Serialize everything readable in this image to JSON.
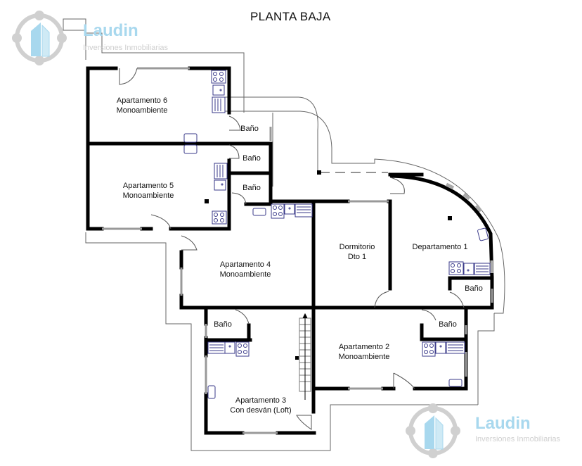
{
  "title": "PLANTA BAJA",
  "watermarks": [
    {
      "brand": "Laudin",
      "tagline": "Inversiones Inmobiliarias",
      "position": "top-left"
    },
    {
      "brand": "Laudin",
      "tagline": "Inversiones Inmobiliarias",
      "position": "bottom-right"
    }
  ],
  "rooms": {
    "apt6": {
      "line1": "Apartamento 6",
      "line2": "Monoambiente"
    },
    "apt5": {
      "line1": "Apartamento 5",
      "line2": "Monoambiente"
    },
    "apt4": {
      "line1": "Apartamento 4",
      "line2": "Monoambiente"
    },
    "apt3": {
      "line1": "Apartamento 3",
      "line2": "Con desván (Loft)"
    },
    "apt2": {
      "line1": "Apartamento 2",
      "line2": "Monoambiente"
    },
    "dormitorio": {
      "line1": "Dormitorio",
      "line2": "Dto 1"
    },
    "dpto1": {
      "line1": "Departamento 1"
    },
    "bano_apt6": {
      "line1": "Baño"
    },
    "bano_apt5a": {
      "line1": "Baño"
    },
    "bano_apt5b": {
      "line1": "Baño"
    },
    "bano_dpto1": {
      "line1": "Baño"
    },
    "bano_apt3": {
      "line1": "Baño"
    },
    "bano_apt2": {
      "line1": "Baño"
    }
  },
  "colors": {
    "wall": "#000000",
    "window": "#9a9a9a",
    "outline": "#555555",
    "fixture": "#3a3a8a",
    "logo_blue": "#a8d8ee",
    "logo_gray": "#d0d0d0"
  }
}
